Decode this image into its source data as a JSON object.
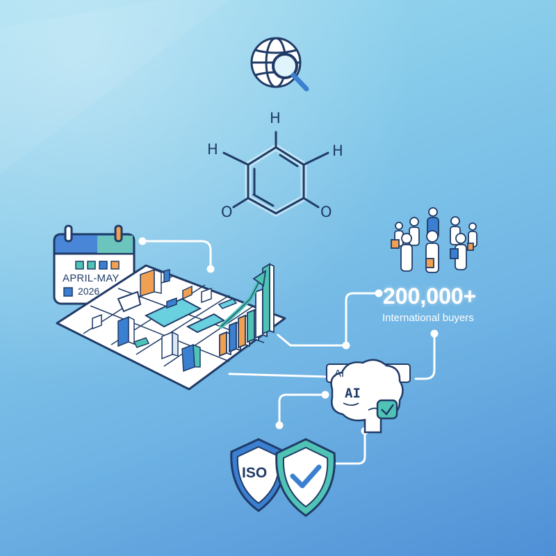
{
  "calendar": {
    "date_range": "APRIL-MAY",
    "year": "2026"
  },
  "stats": {
    "buyers_count": "200,000+",
    "buyers_caption": "International buyers"
  },
  "ai": {
    "bar_label": "AI",
    "brain_label": "AI"
  },
  "certification": {
    "iso_label": "ISO"
  },
  "molecule": {
    "atoms": {
      "top": "H",
      "left": "H",
      "right": "H",
      "bottom_left": "O",
      "bottom_right": "O"
    }
  },
  "icons": {
    "globe": "globe-search-icon",
    "molecule": "benzoquinone-molecule-icon",
    "calendar": "calendar-icon",
    "map": "city-map-icon",
    "chart": "growth-bar-chart-icon",
    "people": "buyers-crowd-icon",
    "brain": "ai-brain-icon",
    "shield": "iso-shield-icon",
    "check_shield": "check-shield-icon"
  },
  "colors": {
    "outline": "#1f3a66",
    "teal": "#4fc4b6",
    "blue": "#3b7fd1",
    "orange": "#f0a050"
  }
}
